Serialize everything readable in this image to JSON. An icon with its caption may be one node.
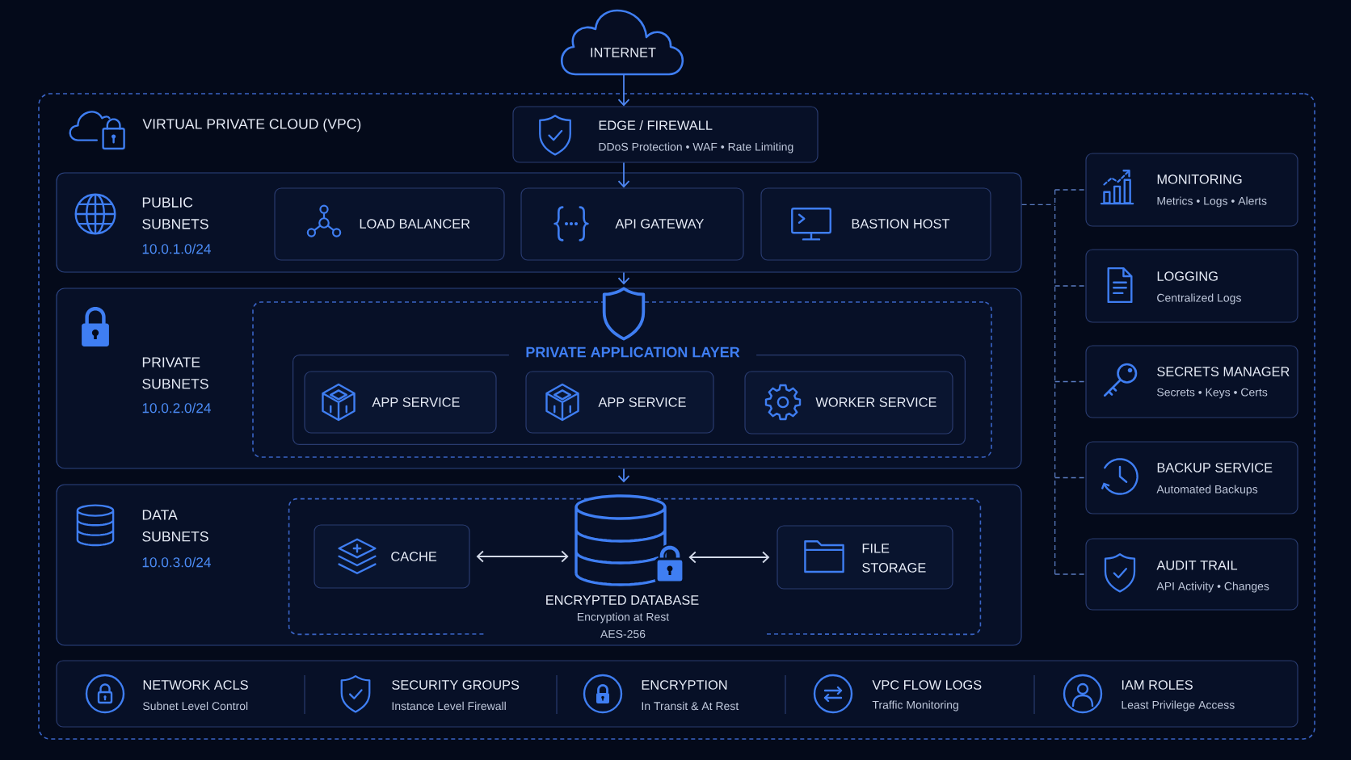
{
  "diagram": {
    "nodes": [
      {
        "text": [
          "INTERNET"
        ]
      },
      {
        "text": [
          "VIRTUAL PRIVATE CLOUD (VPC)"
        ]
      },
      {
        "text": [
          "EDGE / FIREWALL",
          "DDoS Protection • WAF • Rate Limiting"
        ],
        "in": 1
      },
      {
        "text": [
          "PUBLIC SUBNETS",
          "10.0.1.0/24"
        ],
        "in": 1
      },
      {
        "text": [
          "LOAD BALANCER"
        ],
        "in": 3
      },
      {
        "text": [
          "API GATEWAY"
        ],
        "in": 3
      },
      {
        "text": [
          "BASTION HOST"
        ],
        "in": 3
      },
      {
        "text": [
          "PRIVATE SUBNETS",
          "10.0.2.0/24"
        ],
        "in": 1
      },
      {
        "text": [
          "PRIVATE APPLICATION LAYER"
        ],
        "in": 7
      },
      {
        "text": [],
        "shape": "box",
        "in": 8
      },
      {
        "text": [
          "APP SERVICE"
        ],
        "in": 9
      },
      {
        "text": [
          "APP SERVICE"
        ],
        "in": 9
      },
      {
        "text": [
          "WORKER SERVICE"
        ],
        "in": 9
      },
      {
        "text": [
          "DATA SUBNETS",
          "10.0.3.0/24"
        ],
        "in": 1
      },
      {
        "text": [],
        "shape": "box",
        "in": 13
      },
      {
        "text": [
          "CACHE"
        ],
        "in": 14
      },
      {
        "text": [
          "ENCRYPTED DATABASE",
          "Encryption at Rest",
          "AES-256"
        ],
        "in": 14
      },
      {
        "text": [
          "FILE STORAGE"
        ],
        "in": 14
      },
      {
        "text": [
          "MONITORING",
          "Metrics • Logs • Alerts"
        ],
        "in": 1
      },
      {
        "text": [
          "LOGGING",
          "Centralized Logs"
        ],
        "in": 1
      },
      {
        "text": [
          "SECRETS MANAGER",
          "Secrets • Keys • Certs"
        ],
        "in": 1
      },
      {
        "text": [
          "BACKUP SERVICE",
          "Automated Backups"
        ],
        "in": 1
      },
      {
        "text": [
          "AUDIT TRAIL",
          "API Activity • Changes"
        ],
        "in": 1
      },
      {
        "text": [
          "NETWORK ACLS",
          "Subnet Level Control",
          "SECURITY GROUPS",
          "Instance Level Firewall",
          "ENCRYPTION",
          "In Transit & At Rest",
          "VPC FLOW LOGS",
          "Traffic Monitoring",
          "IAM ROLES",
          "Least Privilege Access"
        ],
        "in": 1
      }
    ],
    "edges": [
      {
        "from": 0,
        "to": 2,
        "arrow": "to"
      },
      {
        "from": 2,
        "to": 5,
        "arrow": "to"
      },
      {
        "from": 3,
        "to": 7,
        "arrow": "to"
      },
      {
        "from": 7,
        "to": 13,
        "arrow": "to"
      },
      {
        "from": 15,
        "to": 16,
        "arrow": "both",
        "color": "#d4dbea"
      },
      {
        "from": 16,
        "to": 17,
        "arrow": "both",
        "color": "#d4dbea"
      },
      {
        "from": 3,
        "to": 18,
        "arrow": "none",
        "style": "dashed",
        "color": "#5a7bc0"
      },
      {
        "from": 3,
        "to": 19,
        "arrow": "none",
        "style": "dashed",
        "color": "#5a7bc0"
      },
      {
        "from": 3,
        "to": 20,
        "arrow": "none",
        "style": "dashed",
        "color": "#5a7bc0"
      },
      {
        "from": 3,
        "to": 21,
        "arrow": "none",
        "style": "dashed",
        "color": "#5a7bc0"
      },
      {
        "from": 3,
        "to": 22,
        "arrow": "none",
        "style": "dashed",
        "color": "#5a7bc0"
      }
    ]
  }
}
